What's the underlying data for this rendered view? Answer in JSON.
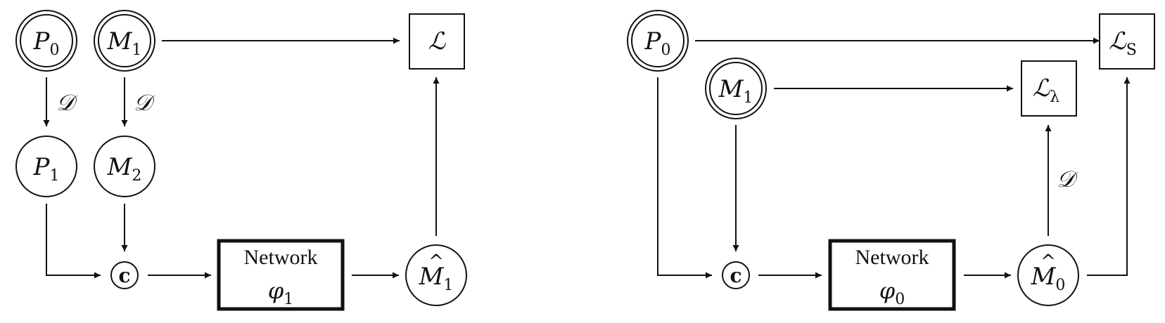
{
  "left_diagram": {
    "nodes": {
      "p0": {
        "main": "P",
        "sub": "0"
      },
      "m1": {
        "main": "M",
        "sub": "1"
      },
      "p1": {
        "main": "P",
        "sub": "1"
      },
      "m2": {
        "main": "M",
        "sub": "2"
      },
      "concat": "c",
      "network": {
        "title": "Network",
        "param": "φ",
        "param_sub": "1"
      },
      "output": {
        "main": "M",
        "hat": "^",
        "sub": "1"
      },
      "loss": {
        "main": "ℒ"
      }
    },
    "edge_labels": {
      "p0_p1": "𝒟",
      "m1_m2": "𝒟"
    }
  },
  "right_diagram": {
    "nodes": {
      "p0": {
        "main": "P",
        "sub": "0"
      },
      "m1": {
        "main": "M",
        "sub": "1"
      },
      "concat": "c",
      "network": {
        "title": "Network",
        "param": "φ",
        "param_sub": "0"
      },
      "output": {
        "main": "M",
        "hat": "^",
        "sub": "0"
      },
      "loss_s": {
        "main": "ℒ",
        "sub": "S"
      },
      "loss_lambda": {
        "main": "ℒ",
        "sub": "λ"
      }
    },
    "edge_labels": {
      "out_loss_lambda": "𝒟"
    }
  }
}
